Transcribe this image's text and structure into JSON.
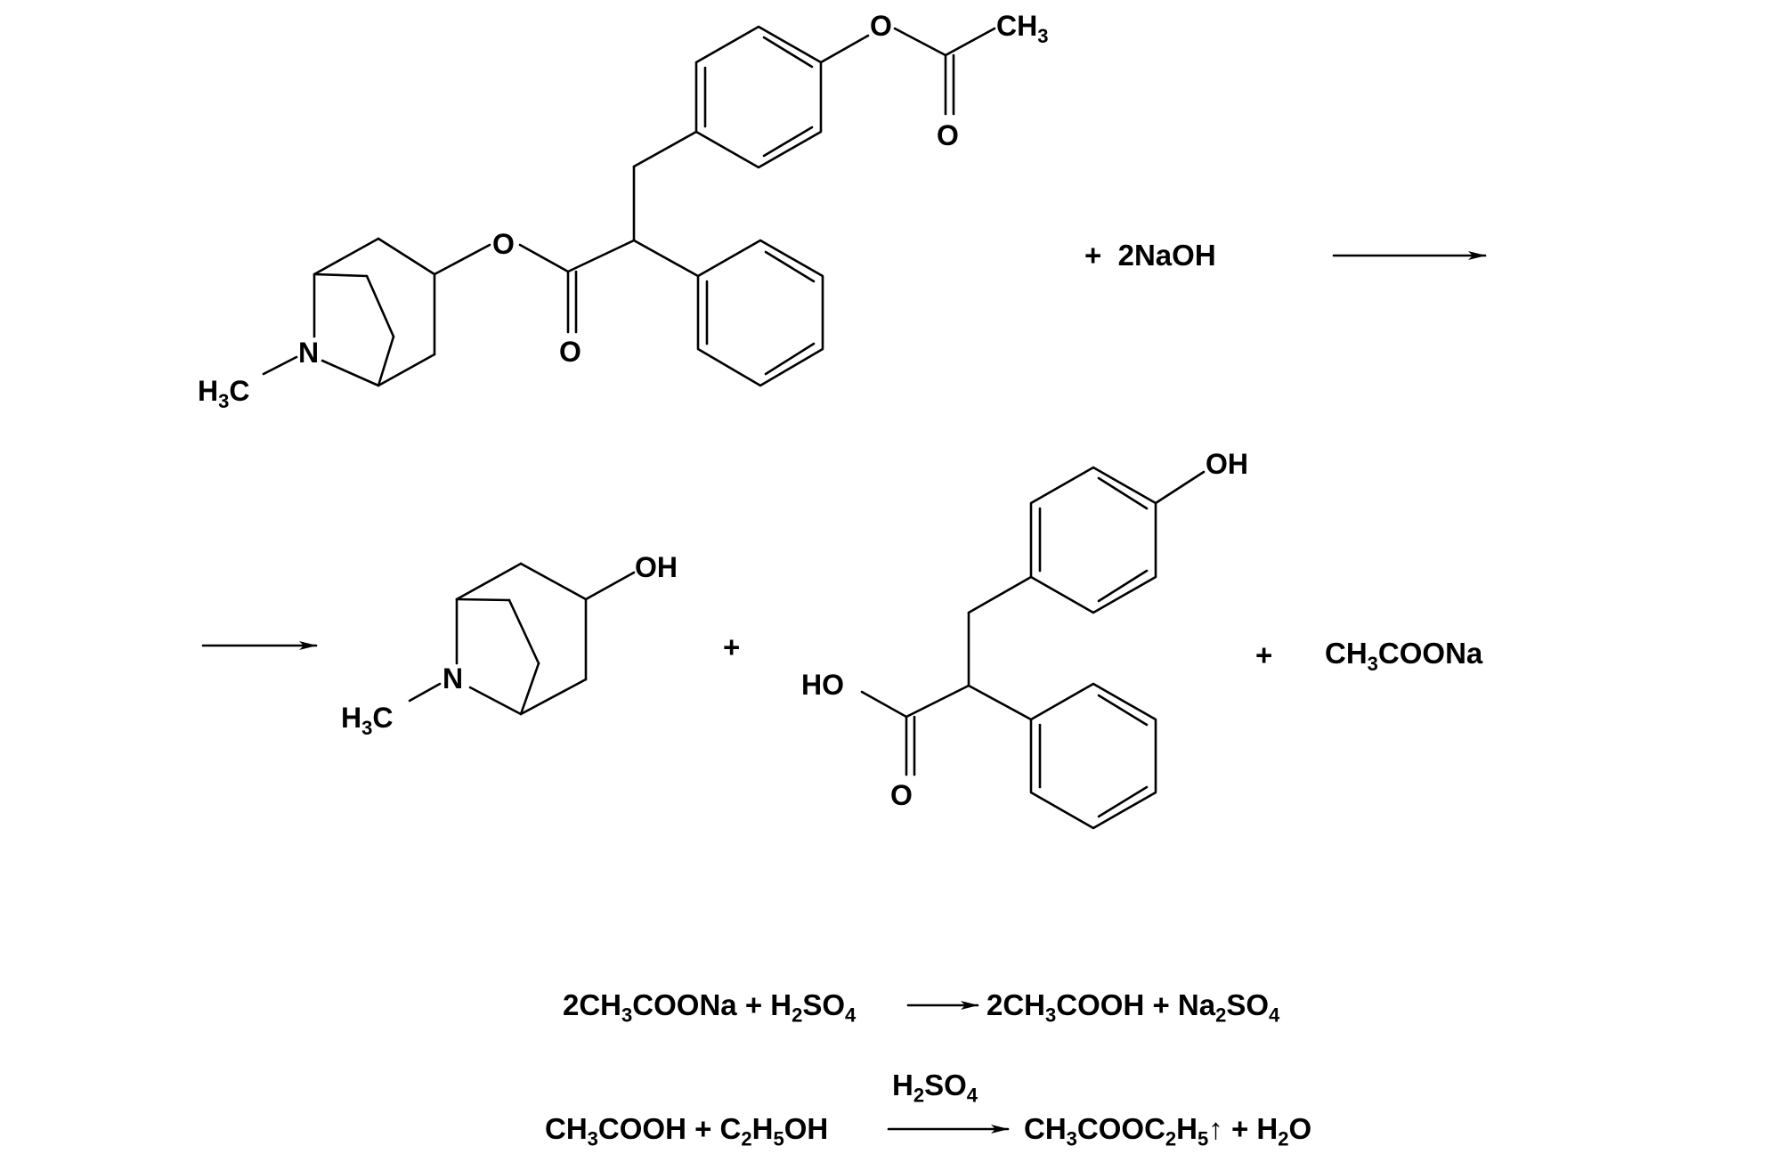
{
  "reaction": {
    "reactant": {
      "ring_n": "N",
      "methyl": "H3C",
      "ester_o": "O",
      "carbonyl_o": "O",
      "acetoxy_o": "O",
      "acetyl_ch3": "CH3",
      "acetyl_o": "O"
    },
    "reagent": "+  2NaOH",
    "products": {
      "tropine_oh": "OH",
      "tropine_n": "N",
      "tropine_methyl": "H3C",
      "plus_1": "+",
      "acid_ho": "HO",
      "acid_o": "O",
      "phenol_oh": "OH",
      "plus_2": "+",
      "sodium_acetate": "CH3COONa"
    }
  },
  "equation_1": {
    "lhs_1": "2CH3COONa",
    "plus_1": "+",
    "lhs_2": "H2SO4",
    "rhs_1": "2CH3COOH",
    "plus_2": "+",
    "rhs_2": "Na2SO4"
  },
  "equation_2": {
    "catalyst": "H2SO4",
    "lhs_1": "CH3COOH",
    "plus_1": "+",
    "lhs_2": "C2H5OH",
    "rhs_1": "CH3COOC2H5↑",
    "plus_2": "+",
    "rhs_2": "H2O"
  }
}
